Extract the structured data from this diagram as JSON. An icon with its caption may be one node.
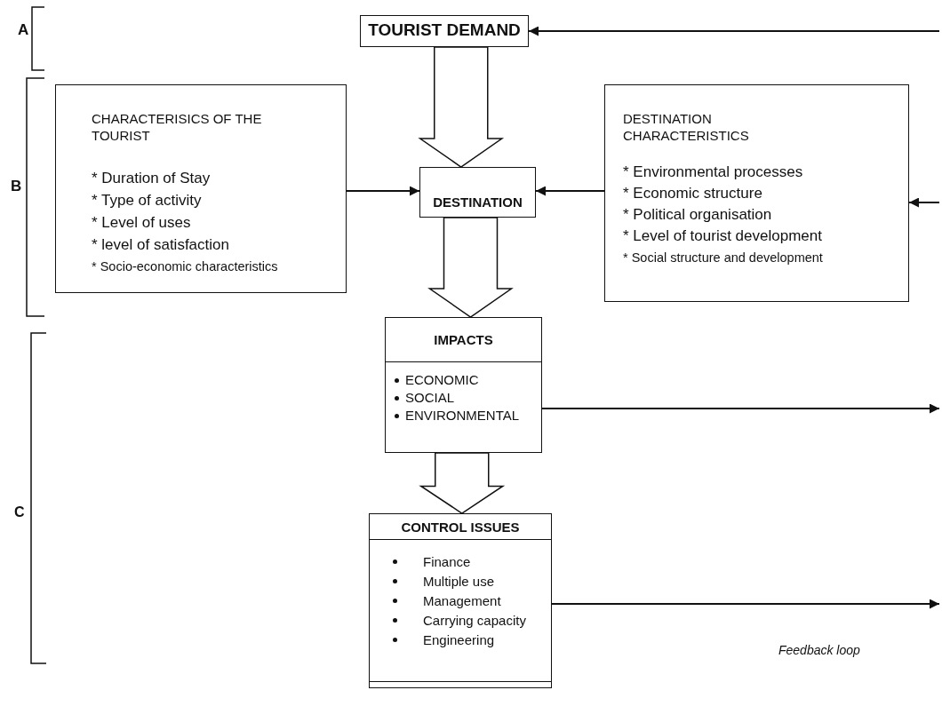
{
  "diagram": {
    "nodes": [
      {
        "text": [
          "TOURIST DEMAND"
        ]
      },
      {
        "text": [
          "CHARACTERISICS OF THE TOURIST",
          "* Duration of Stay",
          "* Type of activity",
          "* Level of uses",
          "* level of satisfaction",
          "* Socio-economic characteristics"
        ]
      },
      {
        "text": [
          "DESTINATION"
        ]
      },
      {
        "text": [
          "DESTINATION CHARACTERISTICS",
          "* Environmental processes",
          "* Economic structure",
          "* Political organisation",
          "* Level of tourist development",
          "* Social structure and development"
        ]
      },
      {
        "text": [
          "IMPACTS",
          "ECONOMIC",
          "SOCIAL",
          "ENVIRONMENTAL"
        ]
      },
      {
        "text": [
          "CONTROL ISSUES",
          "Finance",
          "Multiple use",
          "Management",
          "Carrying capacity",
          "Engineering"
        ]
      }
    ],
    "edges": [
      {
        "from": 0,
        "to": 2,
        "arrow": "to",
        "style": "thick"
      },
      {
        "from": 1,
        "to": 2,
        "arrow": "to"
      },
      {
        "from": 3,
        "to": 2,
        "arrow": "to"
      },
      {
        "from": 2,
        "to": 4,
        "arrow": "to",
        "style": "thick"
      },
      {
        "from": 4,
        "to": 5,
        "arrow": "to",
        "style": "thick"
      },
      {
        "from": 4,
        "to": null,
        "arrow": "to"
      },
      {
        "from": 5,
        "to": null,
        "arrow": "to"
      },
      {
        "from": null,
        "to": 0,
        "arrow": "to"
      },
      {
        "from": null,
        "to": 3,
        "arrow": "to"
      }
    ],
    "labels": [
      "A",
      "B",
      "C",
      "Feedback loop"
    ]
  }
}
